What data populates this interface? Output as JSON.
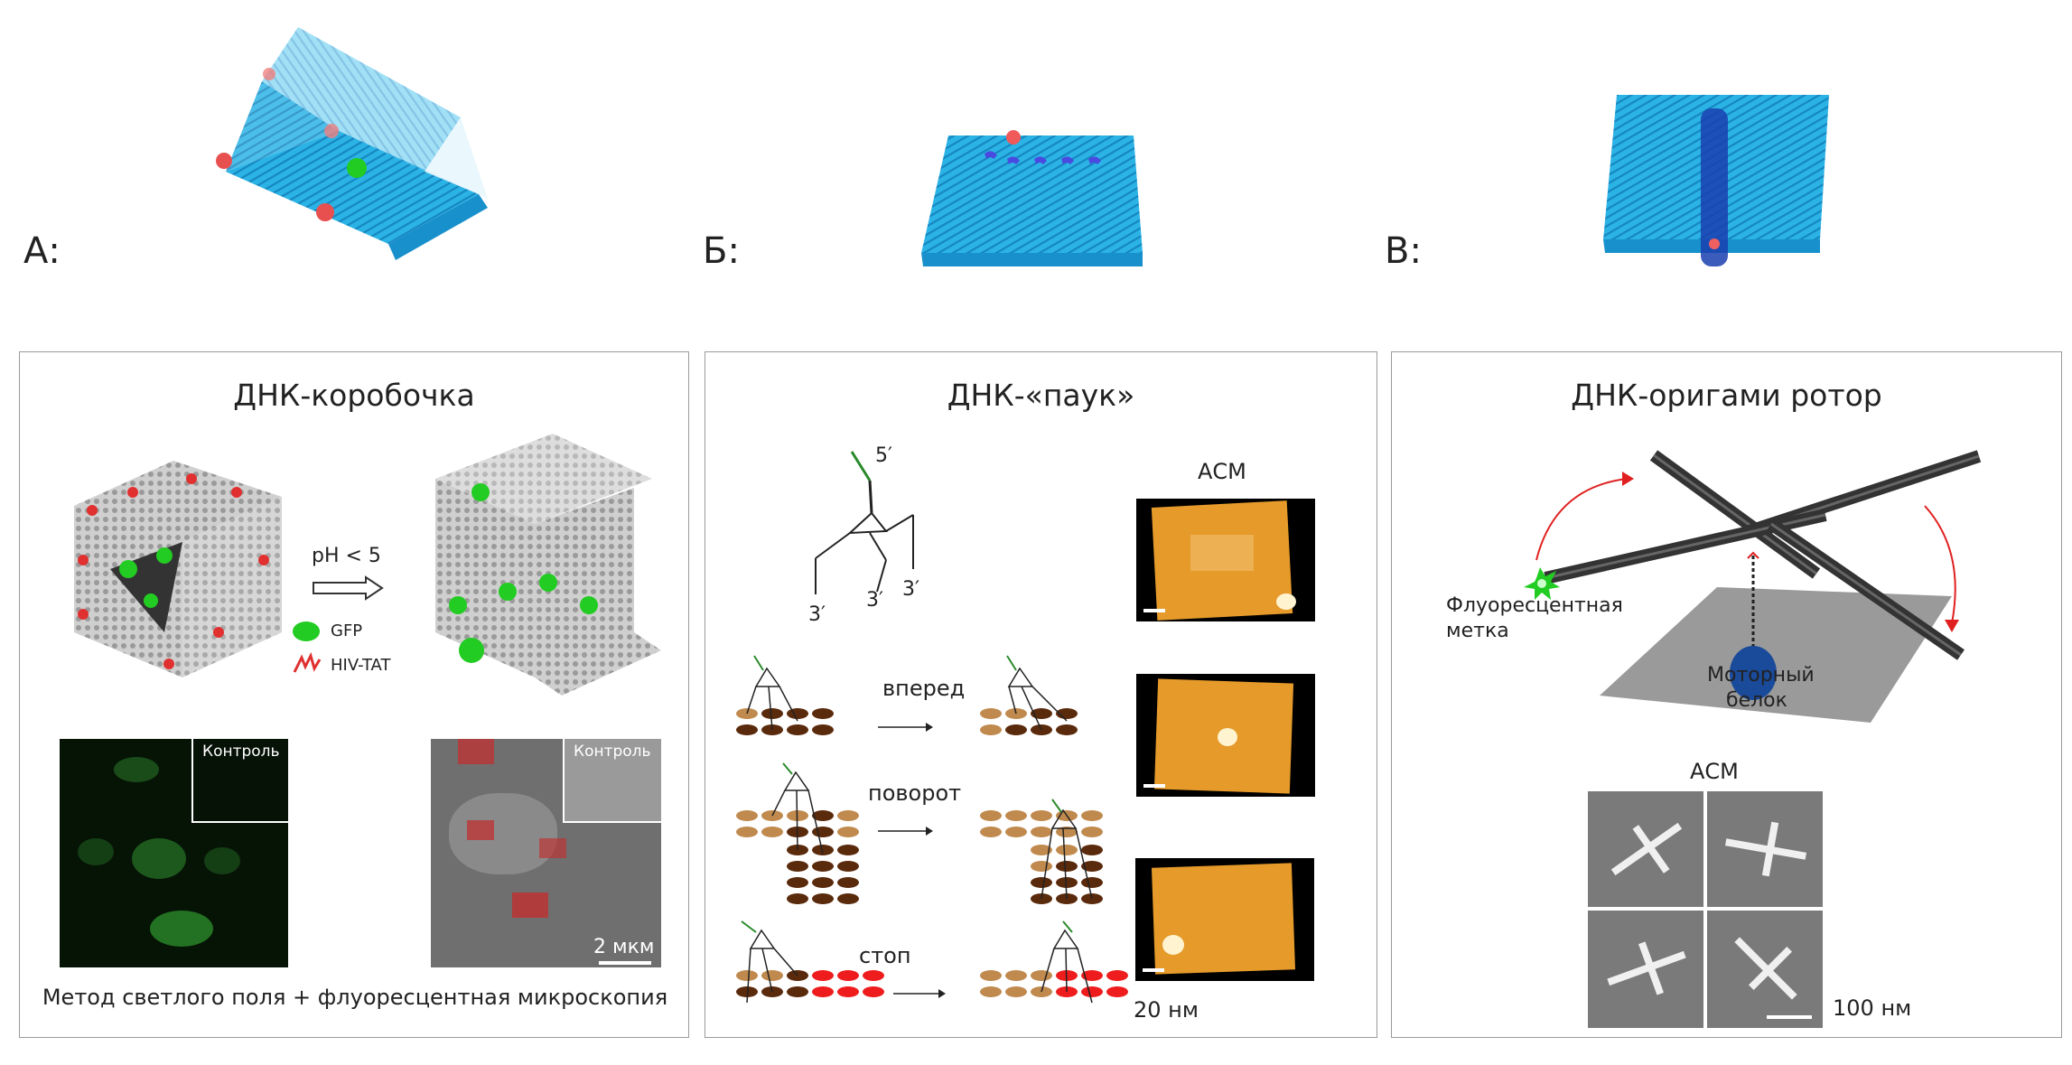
{
  "top": {
    "a_label": "А:",
    "b_label": "Б:",
    "c_label": "В:"
  },
  "box_panel": {
    "title": "ДНК-коробочка",
    "ph_label": "pH < 5",
    "legend_gfp": "GFP",
    "legend_hiv": "HIV-TAT",
    "inset_label_1": "Контроль",
    "inset_label_2": "Контроль",
    "scale_label": "2 мкм",
    "caption": "Метод светлого поля + флуоресцентная микроскопия"
  },
  "spider_panel": {
    "title": "ДНК-«паук»",
    "label_5prime": "5′",
    "label_3prime_a": "3′",
    "label_3prime_b": "3′",
    "label_3prime_c": "3′",
    "step_forward": "вперед",
    "step_turn": "поворот",
    "step_stop": "стоп",
    "afm_label": "АСМ",
    "scale_label": "20 нм"
  },
  "rotor_panel": {
    "title": "ДНК-оригами ротор",
    "fluor_label_1": "Флуоресцентная",
    "fluor_label_2": "метка",
    "motor_label_1": "Моторный",
    "motor_label_2": "белок",
    "afm_label": "АСМ",
    "scale_label": "100 нм"
  },
  "colors": {
    "dna_blue": "#2bb3e6",
    "gfp_green": "#22cc22",
    "hiv_red": "#e03030",
    "tile_light": "#c08a4e",
    "tile_dark": "#5a2a0c",
    "tile_red": "#ee1c1c",
    "afm_orange": "#e59a2a",
    "arrow_red": "#e02020"
  }
}
